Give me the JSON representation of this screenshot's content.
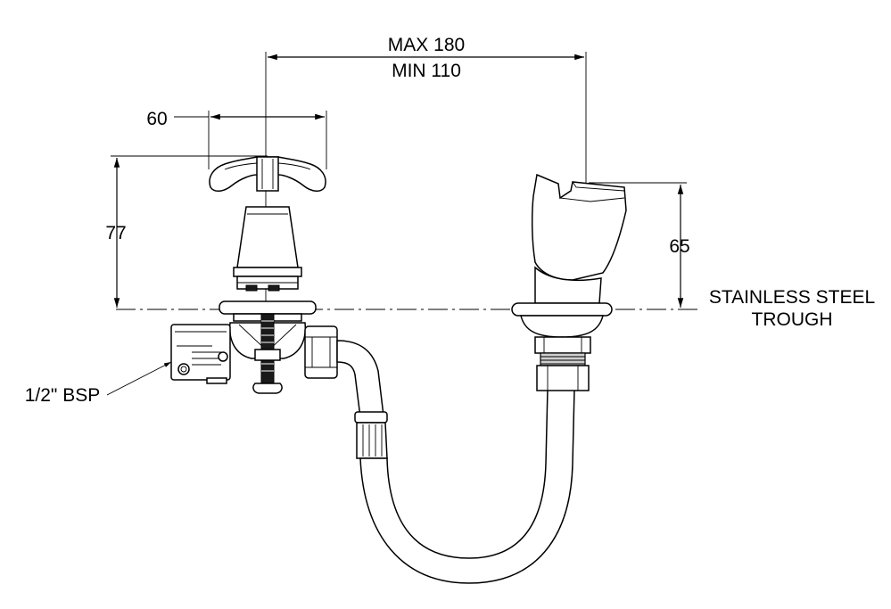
{
  "dimensions": {
    "spacing_max": "MAX 180",
    "spacing_min": "MIN 110",
    "handle_width": "60",
    "valve_height": "77",
    "bubbler_height": "65"
  },
  "callouts": {
    "connection": "1/2\" BSP",
    "trough_line1": "STAINLESS STEEL",
    "trough_line2": "TROUGH"
  },
  "components": [
    "handwheel",
    "valve-body",
    "inlet-elbow",
    "flexible-hose",
    "bubbler-outlet",
    "trough-line"
  ]
}
